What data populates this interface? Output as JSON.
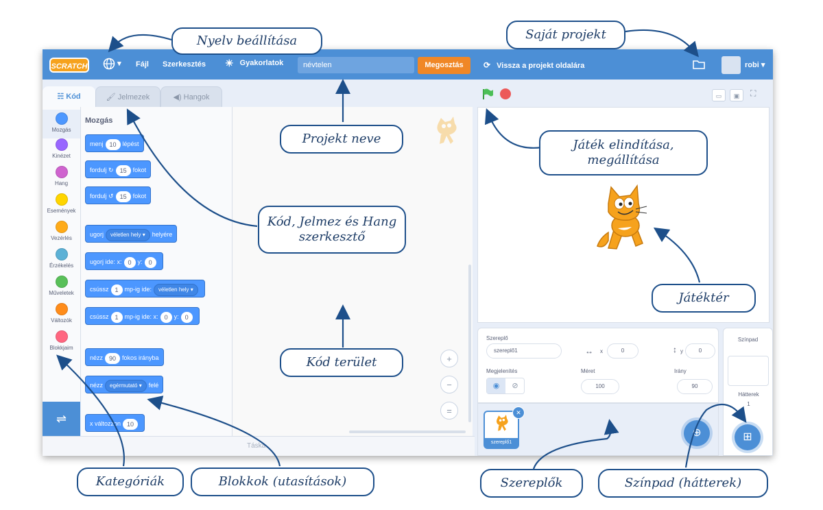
{
  "menubar": {
    "logo": "SCRATCH",
    "language_caret": "▾",
    "file": "Fájl",
    "edit": "Szerkesztés",
    "tutorials": "Gyakorlatok",
    "project_title": "névtelen",
    "share": "Megosztás",
    "see_project_page": "Vissza a projekt oldalára",
    "user": "robi"
  },
  "tabs": [
    {
      "label": "Kód"
    },
    {
      "label": "Jelmezek"
    },
    {
      "label": "Hangok"
    }
  ],
  "categories": [
    {
      "label": "Mozgás",
      "color": "#4c97ff"
    },
    {
      "label": "Kinézet",
      "color": "#9966ff"
    },
    {
      "label": "Hang",
      "color": "#cf63cf"
    },
    {
      "label": "Események",
      "color": "#ffd500"
    },
    {
      "label": "Vezérlés",
      "color": "#ffab19"
    },
    {
      "label": "Érzékelés",
      "color": "#5cb1d6"
    },
    {
      "label": "Műveletek",
      "color": "#59c059"
    },
    {
      "label": "Változók",
      "color": "#ff8c1a"
    },
    {
      "label": "Blokkjaim",
      "color": "#ff6680"
    }
  ],
  "palette": {
    "title": "Mozgás",
    "blocks": {
      "move": {
        "a": "menj",
        "n": "10",
        "b": "lépést"
      },
      "turn_right": {
        "a": "fordulj",
        "icon": "↻",
        "n": "15",
        "b": "fokot"
      },
      "turn_left": {
        "a": "fordulj",
        "icon": "↺",
        "n": "15",
        "b": "fokot"
      },
      "goto": {
        "a": "ugorj",
        "drop": "véletlen hely ▾",
        "b": "helyére"
      },
      "gotoxy": {
        "a": "ugorj ide: x:",
        "x": "0",
        "ylabel": "y:",
        "y": "0"
      },
      "glide_to": {
        "a": "csússz",
        "n": "1",
        "b": "mp-ig ide:",
        "drop": "véletlen hely ▾"
      },
      "glide_xy": {
        "a": "csússz",
        "n": "1",
        "b": "mp-ig ide: x:",
        "x": "0",
        "ylabel": "y:",
        "y": "0"
      },
      "point_dir": {
        "a": "nézz",
        "n": "90",
        "b": "fokos irányba"
      },
      "point_towards": {
        "a": "nézz",
        "drop": "egérmutató ▾",
        "b": "felé"
      },
      "change_x": {
        "a": "x változzon",
        "n": "10"
      }
    }
  },
  "code_area": {
    "zoom_in": "+",
    "zoom_out": "−",
    "zoom_reset": "="
  },
  "bottom_bar": {
    "label": "Táska"
  },
  "sprite_info": {
    "sprite_label": "Szereplő",
    "sprite_name": "szereplő1",
    "x_label": "x",
    "x_value": "0",
    "y_label": "y",
    "y_value": "0",
    "show_label": "Megjelenítés",
    "size_label": "Méret",
    "size_value": "100",
    "direction_label": "Irány",
    "direction_value": "90"
  },
  "sprite_list": {
    "thumb_label": "szereplő1"
  },
  "stage_pane": {
    "title": "Színpad",
    "backdrops_label": "Hátterek",
    "backdrops_count": "1"
  },
  "callouts": {
    "language": "Nyelv beállítása",
    "own_project": "Saját projekt",
    "project_name": "Projekt neve",
    "start_stop": "Játék elindítása, megállítása",
    "editors": "Kód, Jelmez és Hang szerkesztő",
    "stage_area": "Játéktér",
    "code_area": "Kód terület",
    "categories": "Kategóriák",
    "blocks": "Blokkok (utasítások)",
    "sprites": "Szereplők",
    "stage_backdrops": "Színpad (hátterek)"
  },
  "colors": {
    "menubar": "#4c8fd6",
    "motion": "#4c97ff",
    "share": "#f08726",
    "callout_border": "#1d4f8a",
    "flag": "#4cbf56",
    "stop": "#ec5959"
  }
}
